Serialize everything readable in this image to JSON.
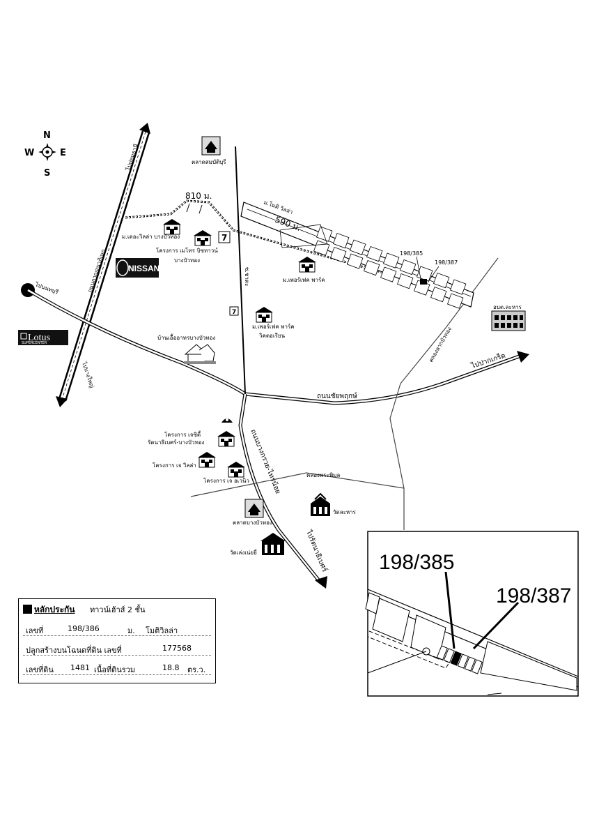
{
  "compass": {
    "n": "N",
    "s": "S",
    "e": "E",
    "w": "W"
  },
  "roads": {
    "pathumthani": "ไปปทุมธานี",
    "kaeo_inter": "ถนนกาญจนาภิเษก",
    "nonthaburi": "ไปนนทบุรี",
    "bang_yai": "ไปบางใหญ่",
    "chaiyaphruek": "ถนนชัยพฤกษ์",
    "pak_kret": "ไปปากเกร็ด",
    "bangkruai": "ถนนบางกรวย-ไทรน้อย",
    "rattanathibet": "ไปรัตนาธิเบศร์",
    "canal1": "คลองพระพิมล",
    "canal2": "คลองลากบัวทอง",
    "soi": "ซ.ชาตะ"
  },
  "distances": {
    "d810": "810 ม.",
    "d590": "590 ม."
  },
  "places": {
    "market_sombat": "ตลาดสมบัติบุรี",
    "the_villa": "ม.เดอะวิลล่า บางบัวทอง",
    "metro": "โครงการ เมโทร บิซทาวน์",
    "metro2": "บางบัวทอง",
    "moti_villa": "ม.โมติ วิลล่า",
    "perfect_park": "ม.เพอร์เฟค พาร์ค",
    "perfect_park_wat1": "ม.เพอร์เฟค พาร์ค",
    "perfect_park_wat2": "วิคตอเรียน",
    "home": "บ้านเอื้ออาทรบางบัวทอง",
    "obt": "อบต.ละหาร",
    "cherry1": "โครงการ เจซิตี้",
    "cherry2": "รัตนาธิเบศร์-บางบัวทอง",
    "j_villa": "โครงการ เจ วิลล่า",
    "j_avenue": "โครงการ เจ อเวนิว",
    "bangbuathong_market": "ตลาดบางบัวทอง",
    "wat_lahan": "วัดละหาร",
    "wat_lengnoei": "วัดเล่งเน่ยยี่",
    "lotus": "Lotus",
    "lotus_sub": "SUPERCENTER",
    "nissan": "NISSAN",
    "seven": "7"
  },
  "plots": {
    "left": "198/385",
    "right": "198/387"
  },
  "info": {
    "title": "หลักประกัน",
    "title_value": "ทาวน์เฮ้าส์ 2 ชั้น",
    "no_label": "เลขที่",
    "no_value": "198/386",
    "moo_label": "ม.",
    "village": "โมติวิลล่า",
    "deed_label": "ปลูกสร้างบนโฉนดที่ดิน เลขที่",
    "deed_value": "177568",
    "land_label": "เลขที่ดิน",
    "land_value": "1481",
    "area_label": "เนื้อที่ดินรวม",
    "area_value": "18.8",
    "area_unit": "ตร.ว."
  }
}
